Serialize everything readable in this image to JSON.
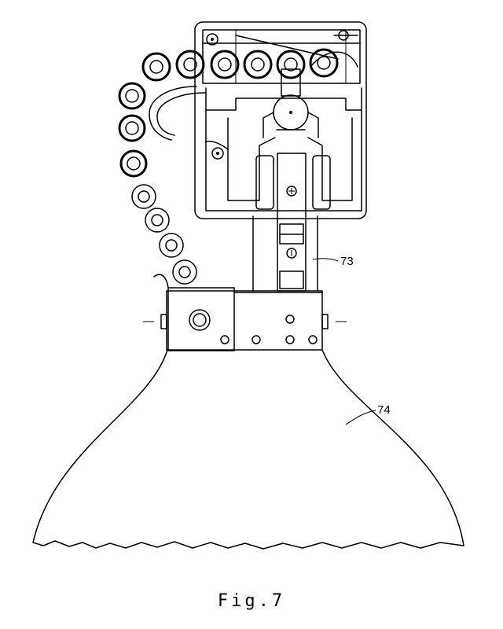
{
  "figure": {
    "caption": "Fig.7",
    "labels": {
      "ref_73": "73",
      "ref_74": "74"
    }
  }
}
